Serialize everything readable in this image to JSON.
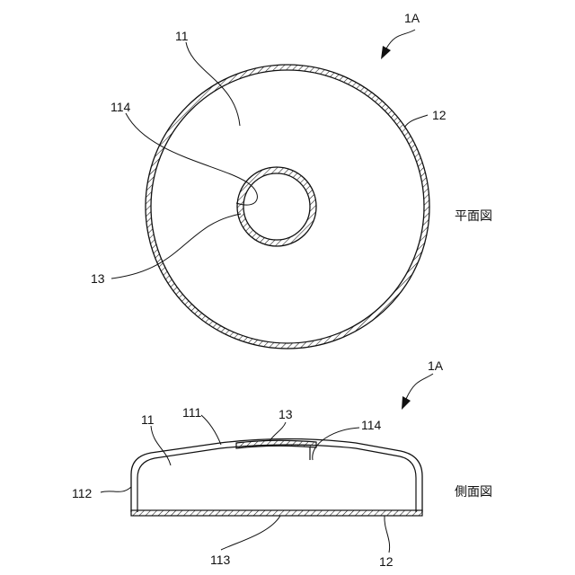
{
  "top_view": {
    "figure_ref": "1A",
    "view_label": "平面図",
    "labels": {
      "disk": "11",
      "shell": "12",
      "hole": "13",
      "inner_edge": "114"
    }
  },
  "side_view": {
    "figure_ref": "1A",
    "view_label": "側面図",
    "labels": {
      "body": "11",
      "top_surface": "111",
      "side_wall": "112",
      "bottom": "113",
      "hole_wall": "114",
      "insert": "13",
      "shell": "12"
    }
  },
  "colors": {
    "line": "#111111",
    "background": "#ffffff"
  }
}
